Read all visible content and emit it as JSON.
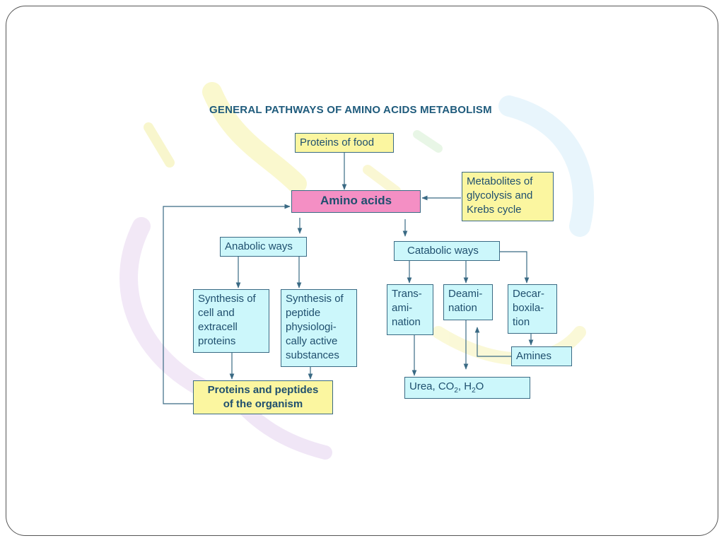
{
  "title": "GENERAL PATHWAYS OF AMINO ACIDS METABOLISM",
  "nodes": {
    "proteins_of_food": "Proteins of food",
    "amino_acids": "Amino acids",
    "metabolites": [
      "Metabolites of",
      "glycolysis and",
      "Krebs cycle"
    ],
    "anabolic_ways": "Anabolic ways",
    "catabolic_ways": "Catabolic ways",
    "synthesis_cell": [
      "Synthesis of",
      "cell and",
      "extracell",
      "proteins"
    ],
    "synthesis_peptide": [
      "Synthesis of",
      "peptide",
      "physiologi-",
      "cally active",
      "substances"
    ],
    "transamination": [
      "Trans-",
      "ami-",
      "nation"
    ],
    "deamination": [
      "Deami-",
      "nation"
    ],
    "decarboxilation": [
      "Decar-",
      "boxila-",
      "tion"
    ],
    "amines": "Amines",
    "proteins_peptides": [
      "Proteins and peptides",
      "of the organism"
    ],
    "urea": {
      "prefix": "Urea, CO",
      "sub1": "2",
      "mid": ", H",
      "sub2": "2",
      "suffix": "O"
    }
  },
  "colors": {
    "title": "#1f5b7c",
    "box_cyan": "#ccf7fb",
    "box_yellow": "#fbf6a0",
    "box_pink": "#f48fc4",
    "arrow": "#3a6a84"
  }
}
